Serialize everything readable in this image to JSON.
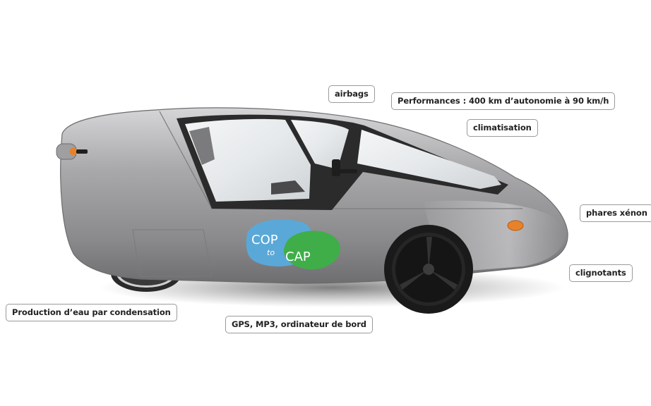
{
  "labels": {
    "airbags": "airbags",
    "performances": "Performances : 400 km d’autonomie à 90 km/h",
    "climatisation": "climatisation",
    "phares": "phares xénon",
    "clignotants": "clignotants",
    "production": "Production d’eau par condensation",
    "gps": "GPS, MP3, ordinateur de bord"
  },
  "logo": {
    "top": "COP",
    "middle": "to",
    "bottom": "CAP",
    "colors": {
      "blue": "#5aa8d8",
      "green": "#3fae49"
    }
  },
  "colors": {
    "body": "#8e8e90",
    "body_light": "#c9c9cb",
    "indicator": "#e8822a"
  }
}
